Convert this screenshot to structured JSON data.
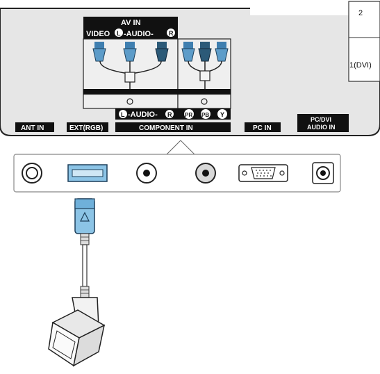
{
  "panel": {
    "av_in_title": "AV IN",
    "video_label": "VIDEO",
    "audio_label_top": "-AUDIO-",
    "audio_label_bottom": "-AUDIO-",
    "letter_l": "L",
    "letter_r": "R",
    "letter_pr": "PR",
    "letter_pb": "PB",
    "letter_y": "Y",
    "component_in": "COMPONENT IN",
    "ant_in": "ANT IN",
    "ext_rgb": "EXT(RGB)",
    "pc_in": "PC IN",
    "pc_dvi_audio_line1": "PC/DVI",
    "pc_dvi_audio_line2": "AUDIO IN",
    "hdmi_2": "2",
    "hdmi_1_dvi": "1(DVI)"
  },
  "colors": {
    "panel_bg": "#e6e6e6",
    "label_bg": "#111111",
    "jack_blue": "#3f7fb0",
    "jack_dark": "#2c5a78",
    "scart_blue": "#8cc4e6"
  }
}
